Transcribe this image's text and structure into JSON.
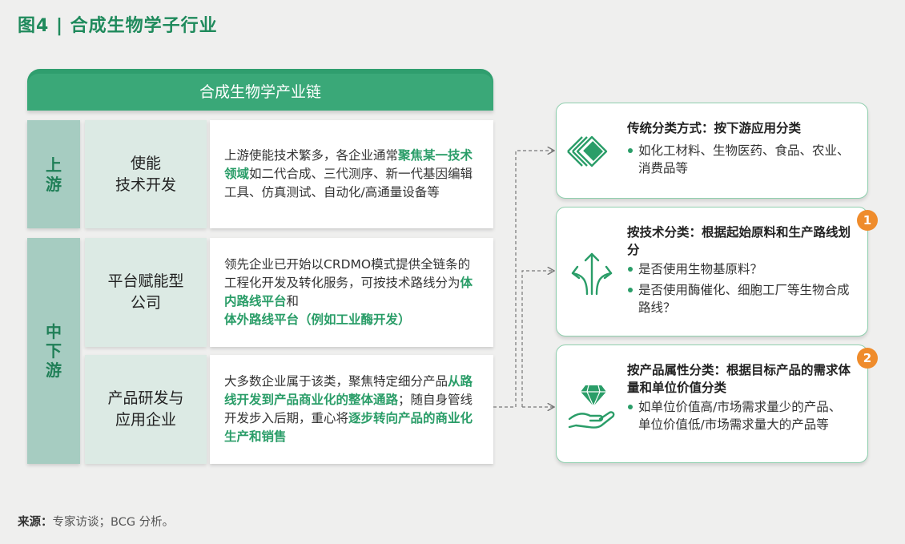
{
  "figure": {
    "title": "图4 | 合成生物学子行业"
  },
  "chain": {
    "header": "合成生物学产业链",
    "stages": [
      {
        "label": "上游"
      },
      {
        "label": "中下游"
      }
    ],
    "rows": [
      {
        "category": "使能技术开发",
        "category_lines": [
          "使能",
          "技术开发"
        ],
        "desc_parts": [
          {
            "text": "上游使能技术繁多，各企业通常",
            "hl": false
          },
          {
            "text": "聚焦某一技术领域",
            "hl": true
          },
          {
            "text": "如二代合成、三代测序、新一代基因编辑工具、仿真测试、自动化/高通量设备等",
            "hl": false
          }
        ]
      },
      {
        "category": "平台赋能型公司",
        "category_lines": [
          "平台赋能型",
          "公司"
        ],
        "desc_parts": [
          {
            "text": "领先企业已开始以CRDMO模式提供全链条的工程化开发及转化服务，可按技术路线分为",
            "hl": false
          },
          {
            "text": "体内路线平台",
            "hl": true
          },
          {
            "text": "和",
            "hl": false
          },
          {
            "text": "体外路线平台（例如工业酶开发）",
            "hl": true
          }
        ]
      },
      {
        "category": "产品研发与应用企业",
        "category_lines": [
          "产品研发与",
          "应用企业"
        ],
        "desc_parts": [
          {
            "text": "大多数企业属于该类，聚焦特定细分产品",
            "hl": false
          },
          {
            "text": "从路线开发到产品商业化的整体通路",
            "hl": true
          },
          {
            "text": "；随自身管线开发步入后期，重心将",
            "hl": false
          },
          {
            "text": "逐步转向产品的商业化生产和销售",
            "hl": true
          }
        ]
      }
    ]
  },
  "classification": [
    {
      "title": "传统分类方式：按下游应用分类",
      "bullets": [
        "如化工材料、生物医药、食品、农业、消费品等"
      ],
      "icon": "layers-icon",
      "badge": ""
    },
    {
      "title": "按技术分类：根据起始原料和生产路线划分",
      "bullets": [
        "是否使用生物基原料？",
        "是否使用酶催化、细胞工厂等生物合成路线？"
      ],
      "icon": "split-arrows-icon",
      "badge": "1"
    },
    {
      "title": "按产品属性分类：根据目标产品的需求体量和单位价值分类",
      "bullets": [
        "如单位价值高/市场需求量少的产品、单位价值低/市场需求量大的产品等"
      ],
      "icon": "hand-diamond-icon",
      "badge": "2"
    }
  ],
  "source": {
    "label": "来源：",
    "text": "专家访谈；BCG 分析。"
  },
  "colors": {
    "green_dark": "#2f9e6e",
    "green_text": "#2a9d68",
    "stage_bg": "#a6ccc1",
    "category_bg": "#dceae4",
    "badge_orange": "#ef8c2c"
  }
}
